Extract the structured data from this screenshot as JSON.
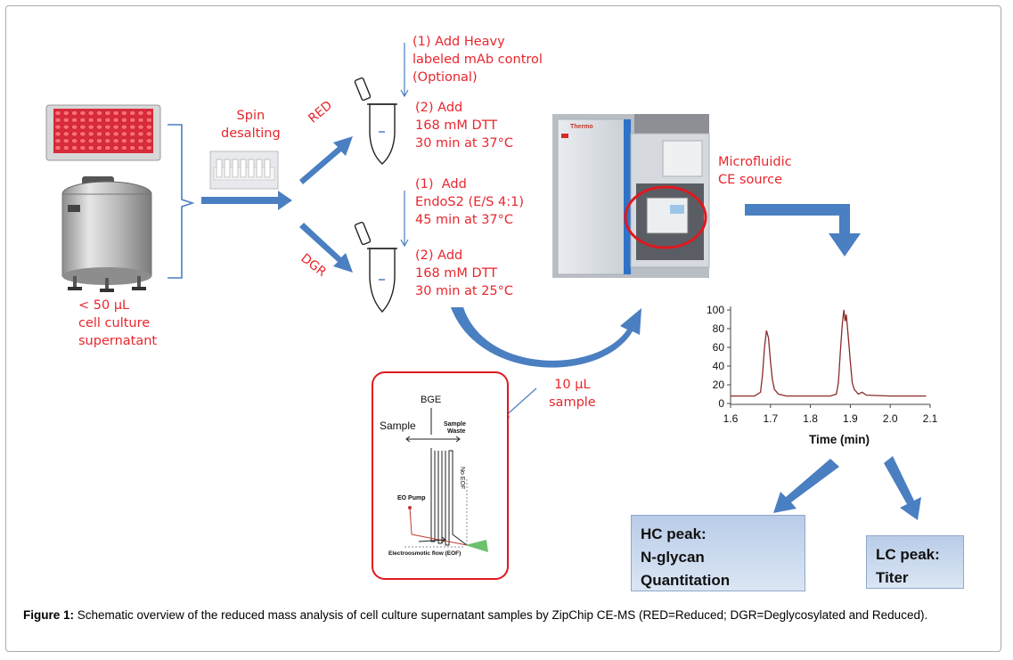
{
  "labels": {
    "spin_desalting": "Spin\ndesalting",
    "red": "RED",
    "dgr": "DGR",
    "input_sample": "< 50 μL\ncell culture\nsupernatant",
    "red_step1": "(1) Add Heavy\nlabeled mAb control\n(Optional)",
    "red_step2": "(2) Add\n168 mM DTT\n30 min at 37°C",
    "dgr_step1": "(1)  Add\nEndoS2 (E/S 4:1)\n45 min at 37°C",
    "dgr_step2": "(2) Add\n168 mM DTT\n30 min at 25°C",
    "microfluidic": "Microfluidic\nCE source",
    "sample_volume": "10 μL\nsample",
    "instrument_brand": "Thermo"
  },
  "chip_diagram": {
    "bge": "BGE",
    "sample": "Sample",
    "sample_waste": "Sample\nWaste",
    "no_eof": "No EOF",
    "eo_pump": "EO Pump",
    "eof": "Electroosmotic flow (EOF)"
  },
  "results": {
    "hc_peak": "HC peak:\nN-glycan\nQuantitation",
    "lc_peak": "LC peak:\nTiter"
  },
  "caption": {
    "label": "Figure 1:",
    "text": " Schematic overview of the reduced mass analysis of cell culture supernatant samples by ZipChip CE-MS (RED=Reduced; DGR=Deglycosylated and Reduced)."
  },
  "colors": {
    "annotation_red": "#e8262d",
    "arrow_blue": "#4a7fc1",
    "trace": "#8b2a2a"
  },
  "chart_data": {
    "type": "line",
    "xlabel": "Time (min)",
    "ylabel": "",
    "xlim": [
      1.6,
      2.1
    ],
    "ylim": [
      0,
      100
    ],
    "x_ticks": [
      1.6,
      1.7,
      1.8,
      1.9,
      2.0,
      2.1
    ],
    "y_ticks": [
      0,
      20,
      40,
      60,
      80,
      100
    ],
    "grid": false,
    "series": [
      {
        "x": [
          1.6,
          1.64,
          1.66,
          1.675,
          1.68,
          1.685,
          1.69,
          1.695,
          1.7,
          1.705,
          1.71,
          1.72,
          1.74,
          1.8,
          1.85,
          1.865,
          1.87,
          1.875,
          1.88,
          1.884,
          1.887,
          1.89,
          1.893,
          1.897,
          1.9,
          1.905,
          1.91,
          1.92,
          1.93,
          1.94,
          2.0,
          2.09
        ],
        "y": [
          8,
          8,
          8,
          12,
          30,
          60,
          78,
          70,
          45,
          25,
          15,
          10,
          8,
          8,
          8,
          10,
          22,
          55,
          85,
          100,
          88,
          95,
          80,
          60,
          45,
          22,
          15,
          10,
          12,
          9,
          8,
          8
        ]
      }
    ]
  }
}
